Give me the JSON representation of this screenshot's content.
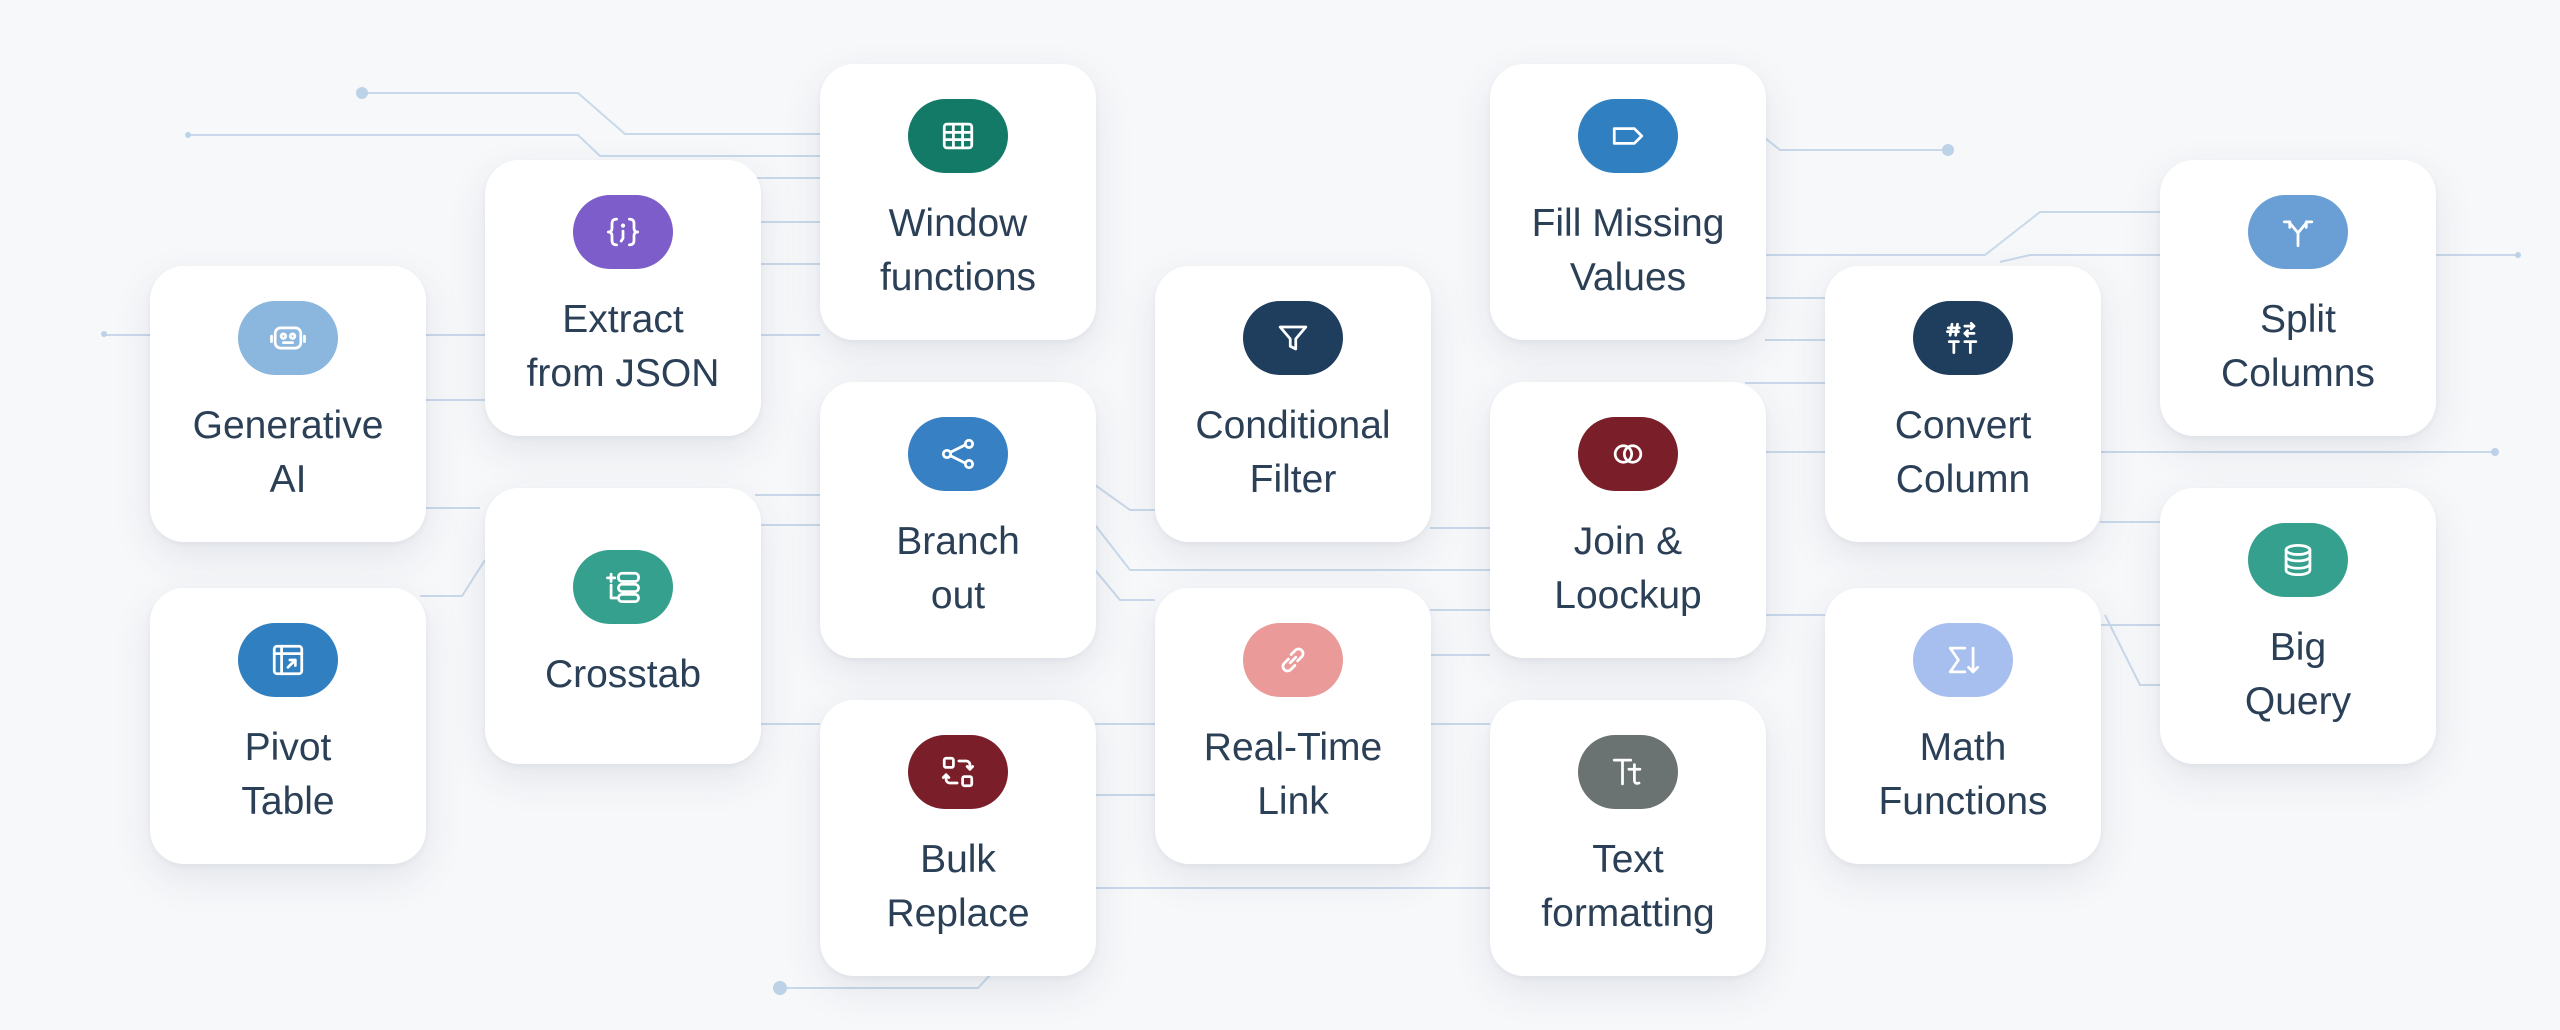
{
  "colors": {
    "background": "#f7f8fa",
    "wire": "#c9d9ea",
    "wire_dot": "#bcd2e6",
    "text": "#2b4056"
  },
  "cards": [
    {
      "id": "generative-ai",
      "label": "Generative\nAI",
      "icon": "robot-icon",
      "color": "#8bb6dd"
    },
    {
      "id": "pivot-table",
      "label": "Pivot\nTable",
      "icon": "pivot-table-icon",
      "color": "#2f7fc1"
    },
    {
      "id": "extract-json",
      "label": "Extract\nfrom JSON",
      "icon": "json-braces-icon",
      "color": "#7c5dc9"
    },
    {
      "id": "crosstab",
      "label": "Crosstab",
      "icon": "crosstab-icon",
      "color": "#35a08d"
    },
    {
      "id": "window-functions",
      "label": "Window\nfunctions",
      "icon": "table-grid-icon",
      "color": "#137a67"
    },
    {
      "id": "branch-out",
      "label": "Branch\nout",
      "icon": "branch-icon",
      "color": "#3680c3"
    },
    {
      "id": "bulk-replace",
      "label": "Bulk\nReplace",
      "icon": "replace-icon",
      "color": "#7a1f2a"
    },
    {
      "id": "conditional-filter",
      "label": "Conditional\nFilter",
      "icon": "filter-icon",
      "color": "#1f3d5c"
    },
    {
      "id": "real-time-link",
      "label": "Real-Time\nLink",
      "icon": "link-icon",
      "color": "#eb9a9a"
    },
    {
      "id": "fill-missing",
      "label": "Fill Missing\nValues",
      "icon": "tag-icon",
      "color": "#2f7fc1"
    },
    {
      "id": "join-lookup",
      "label": "Join &\nLoockup",
      "icon": "join-circles-icon",
      "color": "#7a1f2a"
    },
    {
      "id": "text-formatting",
      "label": "Text\nformatting",
      "icon": "text-format-icon",
      "color": "#6b7272"
    },
    {
      "id": "convert-column",
      "label": "Convert\nColumn",
      "icon": "convert-icon",
      "color": "#1f3d5c"
    },
    {
      "id": "math-functions",
      "label": "Math\nFunctions",
      "icon": "sigma-icon",
      "color": "#a6bfef"
    },
    {
      "id": "split-columns",
      "label": "Split\nColumns",
      "icon": "split-icon",
      "color": "#6a9fd6"
    },
    {
      "id": "big-query",
      "label": "Big\nQuery",
      "icon": "database-icon",
      "color": "#35a08d"
    }
  ]
}
